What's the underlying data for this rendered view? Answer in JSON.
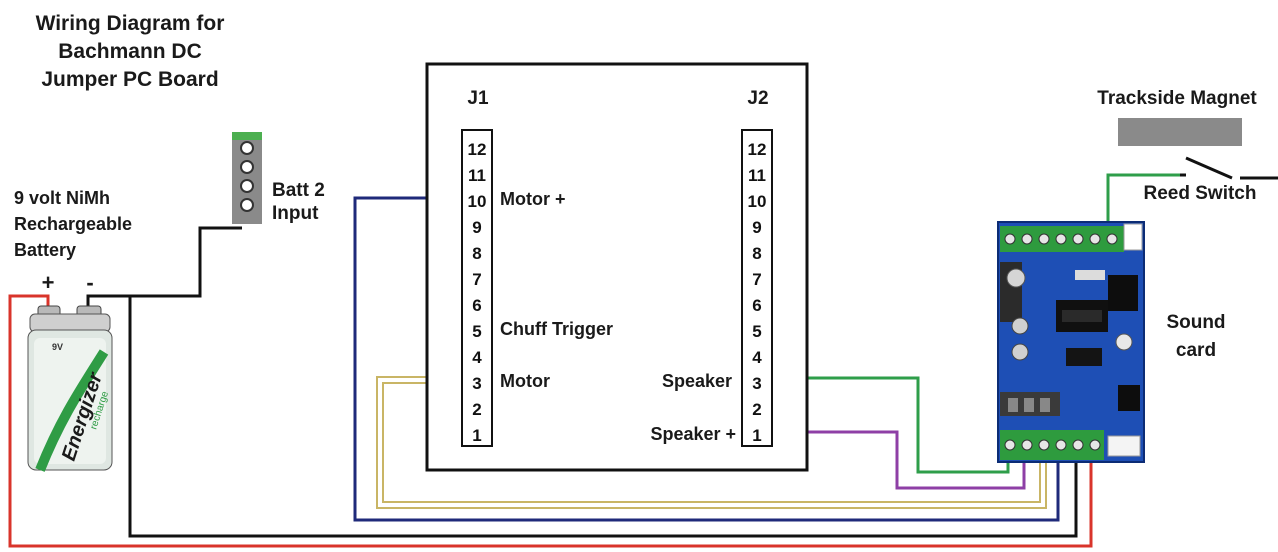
{
  "title": {
    "line1": "Wiring Diagram for",
    "line2": "Bachmann DC",
    "line3": "Jumper PC Board"
  },
  "battery": {
    "label_line1": "9 volt NiMh",
    "label_line2": "Rechargeable",
    "label_line3": "Battery",
    "plus": "+",
    "minus": "-",
    "brand": "Energizer",
    "sub": "recharge",
    "voltage": "9V"
  },
  "batt2": {
    "line1": "Batt 2",
    "line2": "Input"
  },
  "board": {
    "j1_label": "J1",
    "j2_label": "J2",
    "j1_pins": [
      "12",
      "11",
      "10",
      "9",
      "8",
      "7",
      "6",
      "5",
      "4",
      "3",
      "2",
      "1"
    ],
    "j2_pins": [
      "12",
      "11",
      "10",
      "9",
      "8",
      "7",
      "6",
      "5",
      "4",
      "3",
      "2",
      "1"
    ],
    "j1_annotations": {
      "pin10": "Motor +",
      "pin5": "Chuff Trigger",
      "pin3": "Motor"
    },
    "j2_annotations": {
      "pin3": "Speaker",
      "pin1": "Speaker +"
    }
  },
  "trackside": {
    "magnet": "Trackside Magnet",
    "reed": "Reed Switch"
  },
  "sound_card": {
    "line1": "Sound",
    "line2": "card"
  },
  "colors": {
    "red": "#d9342b",
    "black": "#111111",
    "navy": "#1f2a7a",
    "green": "#2e9e4a",
    "purple": "#8e3fa6",
    "tan": "#c9b565",
    "pcb": "#1e4fb5"
  },
  "icons": [
    "battery-icon",
    "connector-icon",
    "magnet-icon",
    "switch-icon",
    "circuit-board-icon"
  ]
}
